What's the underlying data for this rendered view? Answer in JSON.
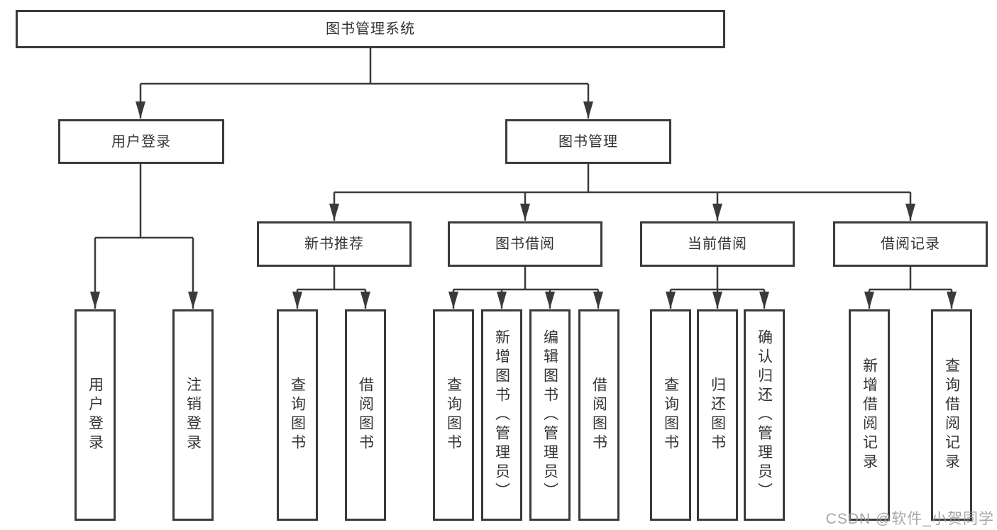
{
  "tree": {
    "label": "图书管理系统",
    "children": [
      {
        "label": "用户登录",
        "children": [
          {
            "label": "用户登录"
          },
          {
            "label": "注销登录"
          }
        ]
      },
      {
        "label": "图书管理",
        "children": [
          {
            "label": "新书推荐",
            "children": [
              {
                "label": "查询图书"
              },
              {
                "label": "借阅图书"
              }
            ]
          },
          {
            "label": "图书借阅",
            "children": [
              {
                "label": "查询图书"
              },
              {
                "label": "新增图书（管理员）"
              },
              {
                "label": "编辑图书（管理员）"
              },
              {
                "label": "借阅图书"
              }
            ]
          },
          {
            "label": "当前借阅",
            "children": [
              {
                "label": "查询图书"
              },
              {
                "label": "归还图书"
              },
              {
                "label": "确认归还（管理员）"
              }
            ]
          },
          {
            "label": "借阅记录",
            "children": [
              {
                "label": "新增借阅记录"
              },
              {
                "label": "查询借阅记录"
              }
            ]
          }
        ]
      }
    ]
  },
  "watermark": "CSDN @软件_小贺同学",
  "colors": {
    "line": "#3a3a3a",
    "text": "#333333",
    "background": "#ffffff",
    "watermark": "#969696"
  }
}
